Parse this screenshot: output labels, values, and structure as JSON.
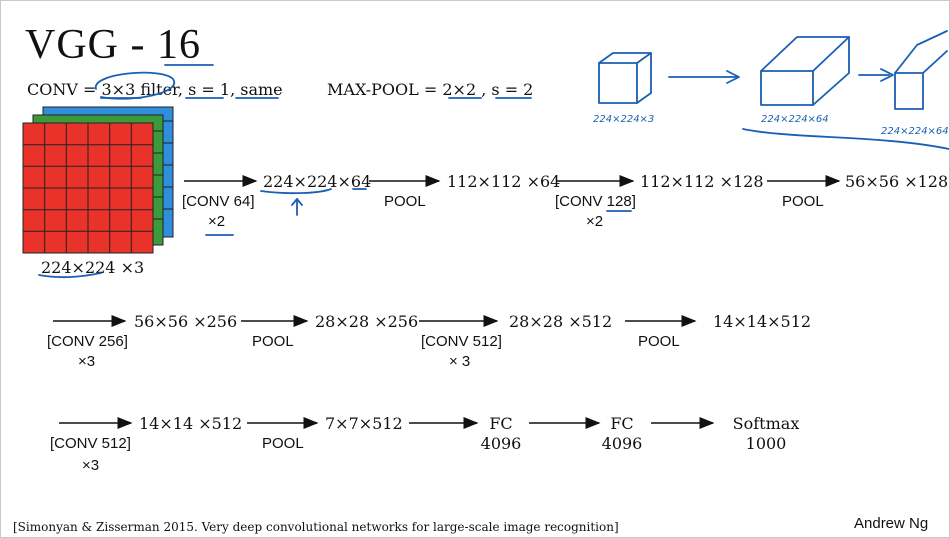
{
  "title": "VGG - 16",
  "conv_spec": "CONV = 3×3 filter, s = 1, same",
  "pool_spec": "MAX-POOL = 2×2 , s = 2",
  "input_shape": "224×224 ×3",
  "rows": [
    [
      {
        "id": "r1-n1",
        "shape": "224×224×64",
        "op": "[CONV 64]",
        "rep": "×2"
      },
      {
        "id": "r1-n2",
        "shape": "112×112 ×64",
        "op": "POOL",
        "rep": ""
      },
      {
        "id": "r1-n3",
        "shape": "112×112 ×128",
        "op": "[CONV 128]",
        "rep": "×2"
      },
      {
        "id": "r1-n4",
        "shape": "56×56 ×128",
        "op": "POOL",
        "rep": ""
      }
    ],
    [
      {
        "id": "r2-n1",
        "shape": "56×56 ×256",
        "op": "[CONV 256]",
        "rep": "×3"
      },
      {
        "id": "r2-n2",
        "shape": "28×28 ×256",
        "op": "POOL",
        "rep": ""
      },
      {
        "id": "r2-n3",
        "shape": "28×28 ×512",
        "op": "[CONV 512]",
        "rep": "× 3"
      },
      {
        "id": "r2-n4",
        "shape": "14×14×512",
        "op": "POOL",
        "rep": ""
      }
    ],
    [
      {
        "id": "r3-n1",
        "shape": "14×14 ×512",
        "op": "[CONV 512]",
        "rep": "×3"
      },
      {
        "id": "r3-n2",
        "shape": "7×7×512",
        "op": "POOL",
        "rep": ""
      },
      {
        "id": "r3-n3",
        "shape": "FC",
        "sub": "4096"
      },
      {
        "id": "r3-n4",
        "shape": "FC",
        "sub": "4096"
      },
      {
        "id": "r3-n5",
        "shape": "Softmax",
        "sub": "1000"
      }
    ]
  ],
  "handwriting": [
    "224×224×3",
    "224×224×64",
    "224×224×64"
  ],
  "citation": "[Simonyan & Zisserman 2015. Very deep convolutional networks for large-scale image recognition]",
  "author": "Andrew Ng",
  "colors": {
    "ink": "#1a5fb4",
    "red": "#e8322a",
    "green": "#3c9a3c",
    "blue": "#2f8fdc"
  }
}
